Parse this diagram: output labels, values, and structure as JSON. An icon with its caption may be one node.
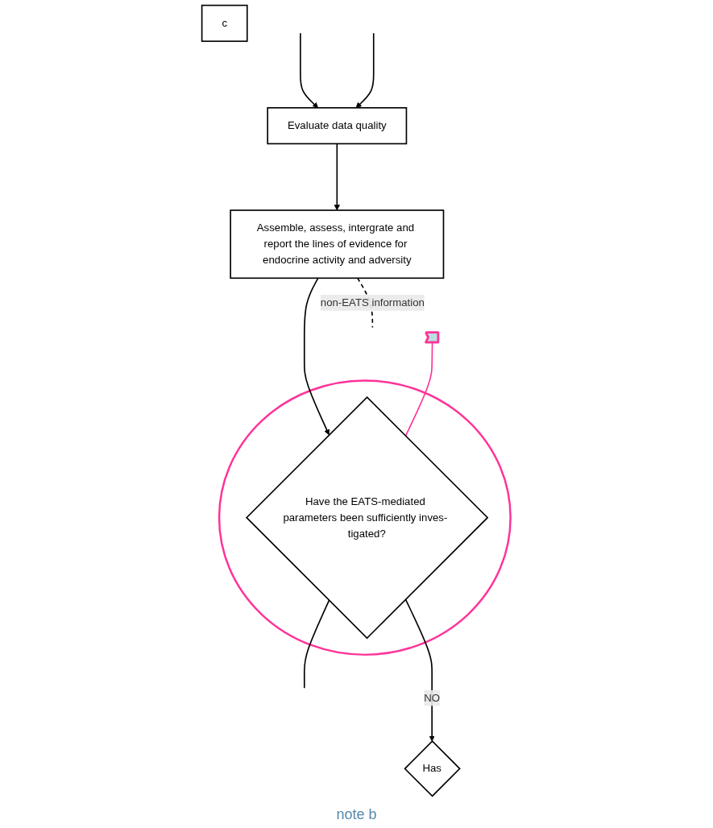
{
  "diagram": {
    "nodes": [
      {
        "text": [
          "Evaluate data quality"
        ]
      },
      {
        "text": [
          "c"
        ]
      },
      {
        "text": [
          "Assemble, assess, intergrate and report the lines of evidence for endocrine activity and adversity"
        ]
      },
      {
        "text": [
          "Have the EATS-mediated parameters been sufficiently inves- tigated?"
        ],
        "in": 4
      },
      {
        "text": [],
        "shape": "circle"
      },
      {
        "text": [],
        "shape": "callout"
      },
      {
        "text": [
          "Has"
        ]
      }
    ],
    "edges": [
      {
        "from": null,
        "to": 0,
        "arrow": "to"
      },
      {
        "from": null,
        "to": 0,
        "arrow": "to"
      },
      {
        "from": 0,
        "to": 2,
        "arrow": "to"
      },
      {
        "from": 2,
        "to": 3,
        "arrow": "to"
      },
      {
        "from": 3,
        "to": 6,
        "arrow": "to",
        "label": "NO"
      },
      {
        "from": 3,
        "to": null,
        "arrow": "none"
      },
      {
        "from": 2,
        "to": null,
        "arrow": "none",
        "style": "dashed",
        "label": "non-EATS information"
      },
      {
        "from": 5,
        "to": 3,
        "arrow": "none",
        "color": "#ff3399"
      }
    ],
    "labels": [
      "note b"
    ]
  }
}
